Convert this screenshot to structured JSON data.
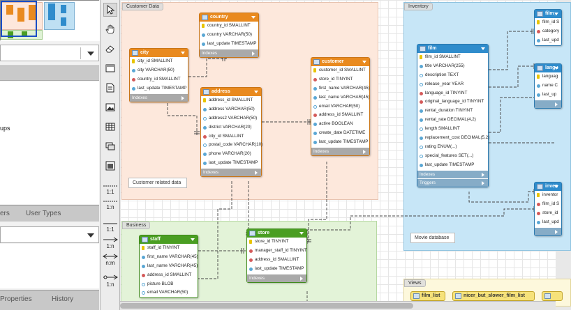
{
  "left_panel": {
    "catalog_item_partial": "ups",
    "tabs_top": [
      "ers",
      "User Types"
    ],
    "tabs_bottom": [
      "Properties",
      "History"
    ]
  },
  "toolbar": {
    "relationship_labels": [
      "1:1",
      "1:n",
      "1:1",
      "1:n",
      "n:m",
      "1:n"
    ]
  },
  "layers": {
    "customer": "Customer Data",
    "business": "Business",
    "inventory": "Inventory",
    "views": "Views"
  },
  "notes": {
    "customer": "Customer related data",
    "inventory": "Movie database"
  },
  "tables": {
    "country": {
      "name": "country",
      "columns": [
        {
          "text": "country_id SMALLINT",
          "kind": "pk"
        },
        {
          "text": "country VARCHAR(50)",
          "kind": "nn"
        },
        {
          "text": "last_update TIMESTAMP",
          "kind": "nn"
        }
      ],
      "sections": [
        "Indexes"
      ]
    },
    "city": {
      "name": "city",
      "columns": [
        {
          "text": "city_id SMALLINT",
          "kind": "pk"
        },
        {
          "text": "city VARCHAR(50)",
          "kind": "nn"
        },
        {
          "text": "country_id SMALLINT",
          "kind": "fk"
        },
        {
          "text": "last_update TIMESTAMP",
          "kind": "nn"
        }
      ],
      "sections": [
        "Indexes"
      ]
    },
    "address": {
      "name": "address",
      "columns": [
        {
          "text": "address_id SMALLINT",
          "kind": "pk"
        },
        {
          "text": "address VARCHAR(50)",
          "kind": "nn"
        },
        {
          "text": "address2 VARCHAR(50)",
          "kind": "op"
        },
        {
          "text": "district VARCHAR(20)",
          "kind": "nn"
        },
        {
          "text": "city_id SMALLINT",
          "kind": "fk"
        },
        {
          "text": "postal_code VARCHAR(10)",
          "kind": "op"
        },
        {
          "text": "phone VARCHAR(20)",
          "kind": "nn"
        },
        {
          "text": "last_update TIMESTAMP",
          "kind": "nn"
        }
      ],
      "sections": [
        "Indexes"
      ]
    },
    "customer": {
      "name": "customer",
      "columns": [
        {
          "text": "customer_id SMALLINT",
          "kind": "pk"
        },
        {
          "text": "store_id TINYINT",
          "kind": "fk"
        },
        {
          "text": "first_name VARCHAR(45)",
          "kind": "nn"
        },
        {
          "text": "last_name VARCHAR(45)",
          "kind": "nn"
        },
        {
          "text": "email VARCHAR(50)",
          "kind": "op"
        },
        {
          "text": "address_id SMALLINT",
          "kind": "fk"
        },
        {
          "text": "active BOOLEAN",
          "kind": "nn"
        },
        {
          "text": "create_date DATETIME",
          "kind": "nn"
        },
        {
          "text": "last_update TIMESTAMP",
          "kind": "nn"
        }
      ],
      "sections": [
        "Indexes"
      ]
    },
    "film": {
      "name": "film",
      "columns": [
        {
          "text": "film_id SMALLINT",
          "kind": "pk"
        },
        {
          "text": "title VARCHAR(255)",
          "kind": "nn"
        },
        {
          "text": "description TEXT",
          "kind": "op"
        },
        {
          "text": "release_year YEAR",
          "kind": "op"
        },
        {
          "text": "language_id TINYINT",
          "kind": "fk"
        },
        {
          "text": "original_language_id TINYINT",
          "kind": "fk"
        },
        {
          "text": "rental_duration TINYINT",
          "kind": "nn"
        },
        {
          "text": "rental_rate DECIMAL(4,2)",
          "kind": "nn"
        },
        {
          "text": "length SMALLINT",
          "kind": "op"
        },
        {
          "text": "replacement_cost DECIMAL(5,2)",
          "kind": "nn"
        },
        {
          "text": "rating ENUM(...)",
          "kind": "op"
        },
        {
          "text": "special_features SET(...)",
          "kind": "op"
        },
        {
          "text": "last_update TIMESTAMP",
          "kind": "nn"
        }
      ],
      "sections": [
        "Indexes",
        "Triggers"
      ]
    },
    "staff": {
      "name": "staff",
      "columns": [
        {
          "text": "staff_id TINYINT",
          "kind": "pk"
        },
        {
          "text": "first_name VARCHAR(45)",
          "kind": "nn"
        },
        {
          "text": "last_name VARCHAR(45)",
          "kind": "nn"
        },
        {
          "text": "address_id SMALLINT",
          "kind": "fk"
        },
        {
          "text": "picture BLOB",
          "kind": "op"
        },
        {
          "text": "email VARCHAR(50)",
          "kind": "op"
        }
      ],
      "sections": []
    },
    "store": {
      "name": "store",
      "columns": [
        {
          "text": "store_id TINYINT",
          "kind": "pk"
        },
        {
          "text": "manager_staff_id TINYINT",
          "kind": "fk"
        },
        {
          "text": "address_id SMALLINT",
          "kind": "fk"
        },
        {
          "text": "last_update TIMESTAMP",
          "kind": "nn"
        }
      ],
      "sections": [
        "Indexes"
      ]
    },
    "film_cat": {
      "name": "film_",
      "columns": [
        {
          "text": "film_id S",
          "kind": "pk"
        },
        {
          "text": "category",
          "kind": "fk"
        },
        {
          "text": "last_upd",
          "kind": "nn"
        }
      ],
      "sections": []
    },
    "language": {
      "name": "langu",
      "columns": [
        {
          "text": "languag",
          "kind": "pk"
        },
        {
          "text": "name C",
          "kind": "nn"
        },
        {
          "text": "last_up",
          "kind": "nn"
        }
      ],
      "sections": [
        ""
      ]
    },
    "inventory": {
      "name": "inven",
      "columns": [
        {
          "text": "inventor",
          "kind": "pk"
        },
        {
          "text": "film_id S",
          "kind": "fk"
        },
        {
          "text": "store_id",
          "kind": "fk"
        },
        {
          "text": "last_upd",
          "kind": "nn"
        }
      ],
      "sections": [
        ""
      ]
    }
  },
  "views": [
    "film_list",
    "nicer_but_slower_film_list"
  ]
}
